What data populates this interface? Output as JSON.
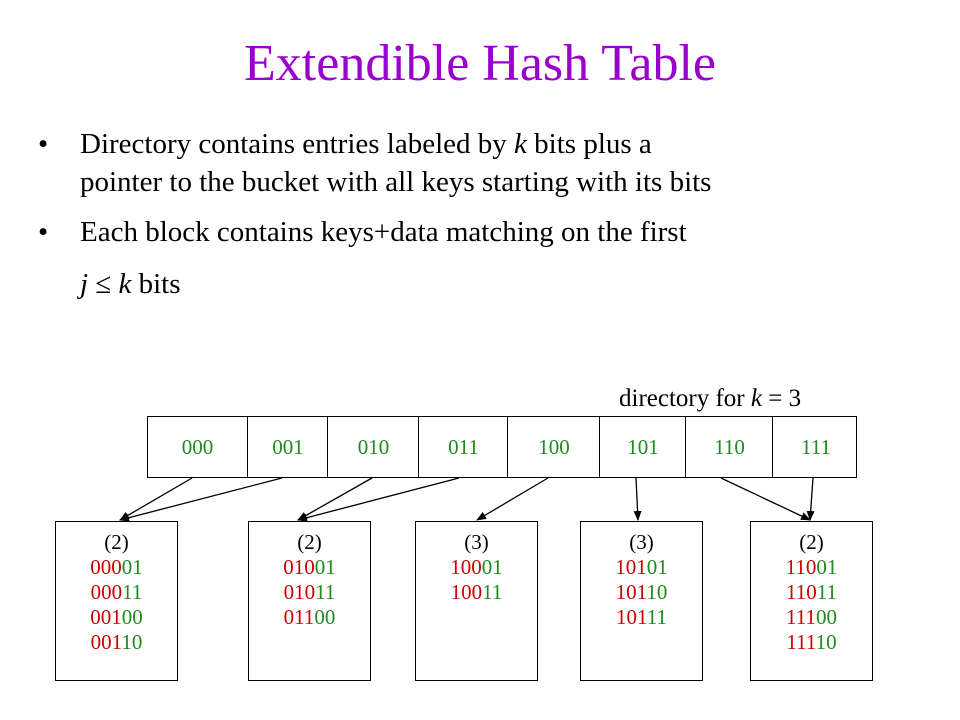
{
  "title": "Extendible Hash Table",
  "bullets": [
    {
      "line1_pre": "Directory contains entries labeled by ",
      "line1_var": "k",
      "line1_post": " bits plus a",
      "line2": "pointer to the bucket with all keys starting with its bits"
    },
    {
      "line1": "Each block contains keys+data matching on the first",
      "line2_var1": "j",
      "line2_op": " ≤ ",
      "line2_var2": "k",
      "line2_post": " bits"
    }
  ],
  "caption": {
    "pre": "directory for ",
    "var": "k",
    "post": " = 3"
  },
  "directory": [
    "000",
    "001",
    "010",
    "011",
    "100",
    "101",
    "110",
    "111"
  ],
  "buckets": [
    {
      "depth": "(2)",
      "keys": [
        [
          "000",
          "01"
        ],
        [
          "000",
          "11"
        ],
        [
          "001",
          "00"
        ],
        [
          "001",
          "10"
        ]
      ]
    },
    {
      "depth": "(2)",
      "keys": [
        [
          "010",
          "01"
        ],
        [
          "010",
          "11"
        ],
        [
          "011",
          "00"
        ]
      ]
    },
    {
      "depth": "(3)",
      "keys": [
        [
          "100",
          "01"
        ],
        [
          "100",
          "11"
        ]
      ]
    },
    {
      "depth": "(3)",
      "keys": [
        [
          "101",
          "01"
        ],
        [
          "101",
          "10"
        ],
        [
          "101",
          "11"
        ]
      ]
    },
    {
      "depth": "(2)",
      "keys": [
        [
          "110",
          "01"
        ],
        [
          "110",
          "11"
        ],
        [
          "111",
          "00"
        ],
        [
          "111",
          "10"
        ]
      ]
    }
  ],
  "colors": {
    "title": "#9900cc",
    "prefix": "#cc0000",
    "suffix": "#1f8a1f",
    "directory": "#1f8a1f"
  }
}
